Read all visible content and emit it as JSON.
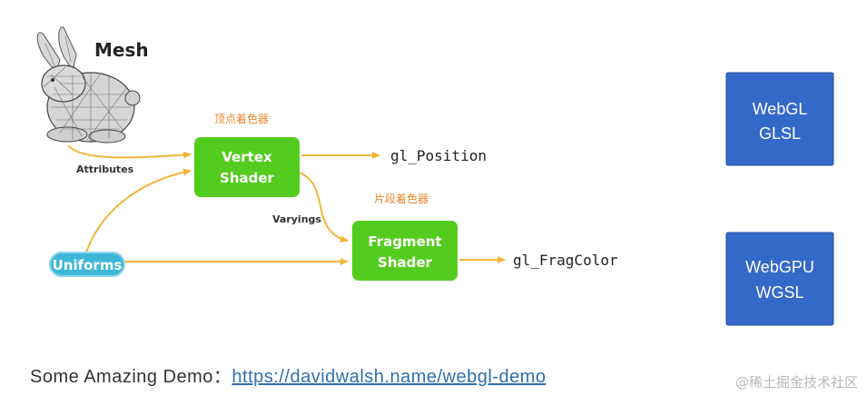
{
  "diagram": {
    "mesh_label": "Mesh",
    "vertex_shader": {
      "line1": "Vertex",
      "line2": "Shader"
    },
    "fragment_shader": {
      "line1": "Fragment",
      "line2": "Shader"
    },
    "uniforms": "Uniforms",
    "edges": {
      "attributes": "Attributes",
      "varyings": "Varyings"
    },
    "outputs": {
      "position": "gl_Position",
      "frag_color": "gl_FragColor"
    },
    "annotations": {
      "vertex_cn": "顶点着色器",
      "fragment_cn": "片段着色器"
    },
    "api_boxes": [
      {
        "line1": "WebGL",
        "line2": "GLSL"
      },
      {
        "line1": "WebGPU",
        "line2": "WGSL"
      }
    ],
    "colors": {
      "shader_green": "#54cc1f",
      "uniform_teal": "#3fb6d8",
      "arrow_orange": "#f2b53a",
      "api_blue": "#3469c9"
    }
  },
  "footer": {
    "demo_prefix": "Some Amazing Demo：",
    "demo_link": "https://davidwalsh.name/webgl-demo"
  },
  "watermark": "@稀土掘金技术社区"
}
